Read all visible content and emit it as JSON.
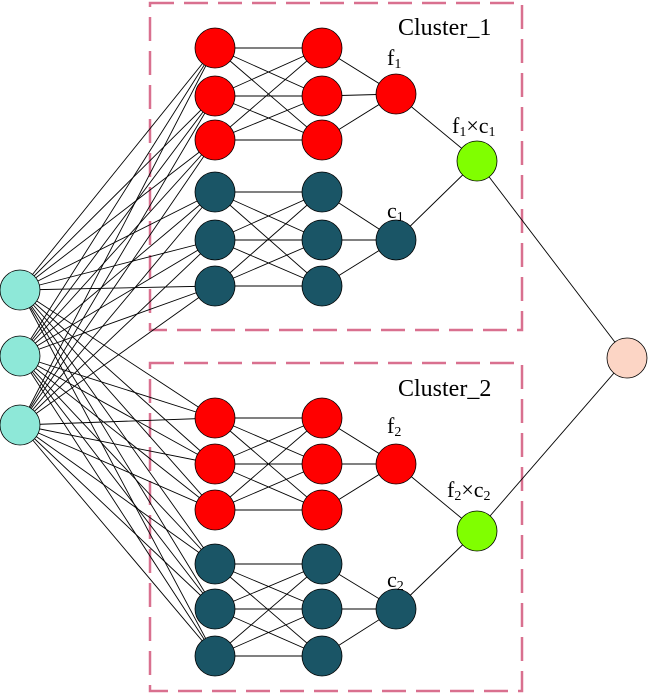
{
  "colors": {
    "input_node": "#8ee8d8",
    "f_node": "#ff0000",
    "c_node": "#1a5566",
    "product_node": "#80ff00",
    "output_node": "#fcd5c5",
    "cluster_border": "#d9708f",
    "edge": "#000000"
  },
  "clusters": [
    {
      "title": "Cluster_1",
      "f_label": {
        "base": "f",
        "sub": "1"
      },
      "c_label": {
        "base": "c",
        "sub": "1"
      },
      "product_label": {
        "a": "f",
        "a_sub": "1",
        "op": "×",
        "b": "c",
        "b_sub": "1"
      }
    },
    {
      "title": "Cluster_2",
      "f_label": {
        "base": "f",
        "sub": "2"
      },
      "c_label": {
        "base": "c",
        "sub": "2"
      },
      "product_label": {
        "a": "f",
        "a_sub": "2",
        "op": "×",
        "b": "c",
        "b_sub": "2"
      }
    }
  ]
}
